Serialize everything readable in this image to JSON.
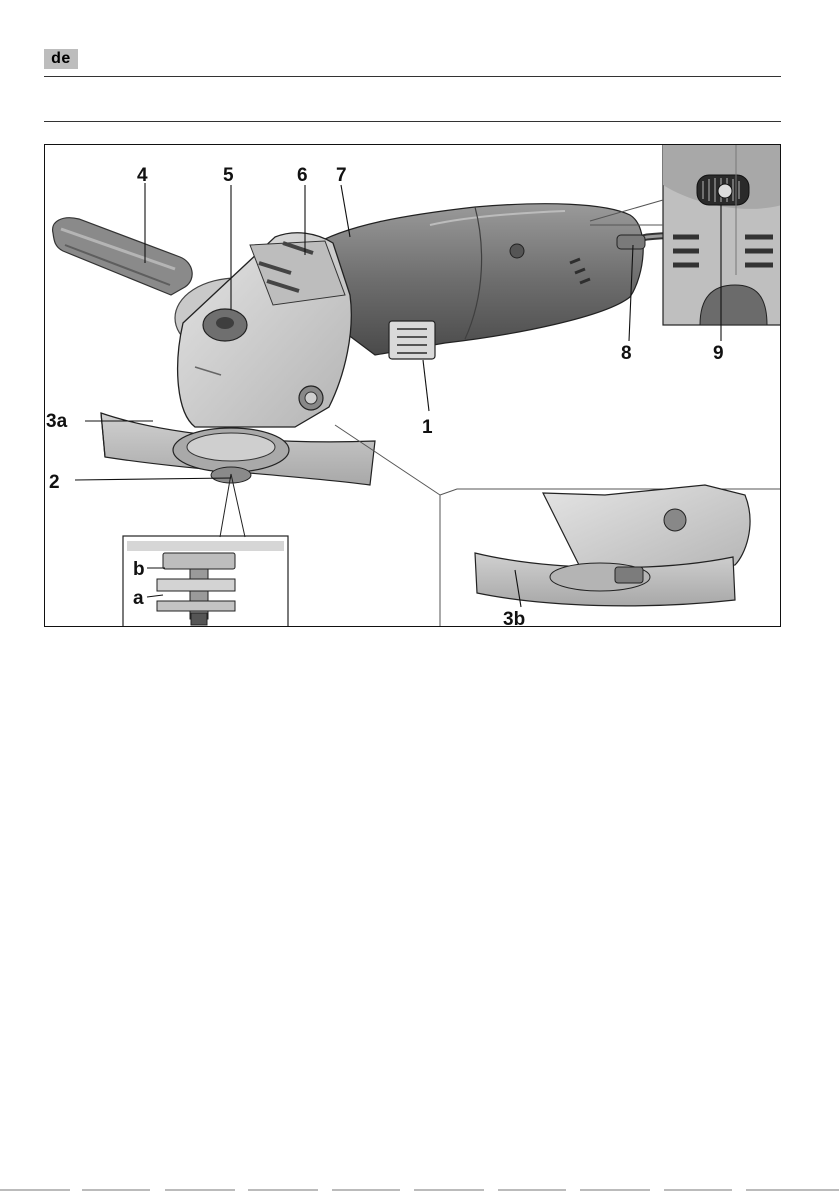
{
  "header": {
    "language_badge": "de"
  },
  "figure": {
    "callouts": {
      "c1": "1",
      "c2": "2",
      "c3a": "3a",
      "c3b": "3b",
      "c4": "4",
      "c5": "5",
      "c6": "6",
      "c7": "7",
      "c8": "8",
      "c9": "9",
      "ca": "a",
      "cb": "b"
    }
  }
}
